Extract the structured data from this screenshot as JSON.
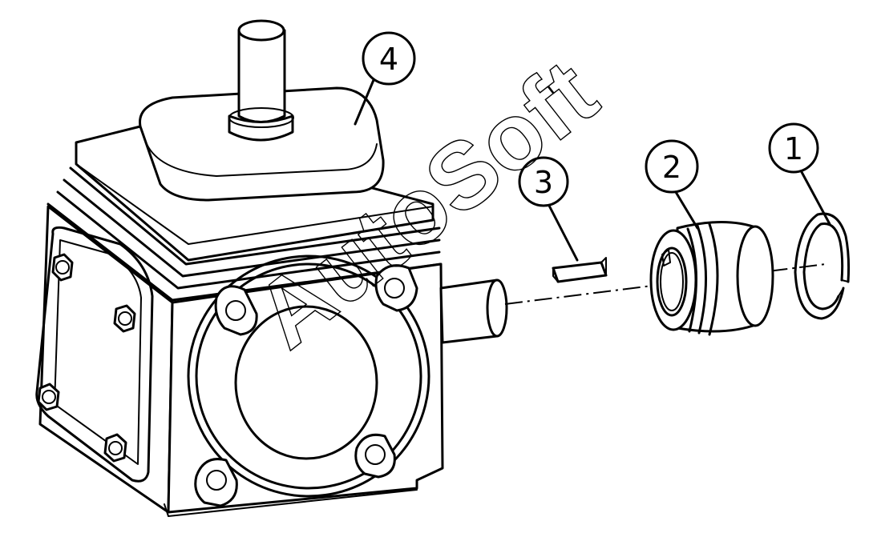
{
  "diagram": {
    "callouts": [
      {
        "id": "callout-1",
        "label": "1"
      },
      {
        "id": "callout-2",
        "label": "2"
      },
      {
        "id": "callout-3",
        "label": "3"
      },
      {
        "id": "callout-4",
        "label": "4"
      }
    ],
    "watermark": "AutoSoft"
  }
}
